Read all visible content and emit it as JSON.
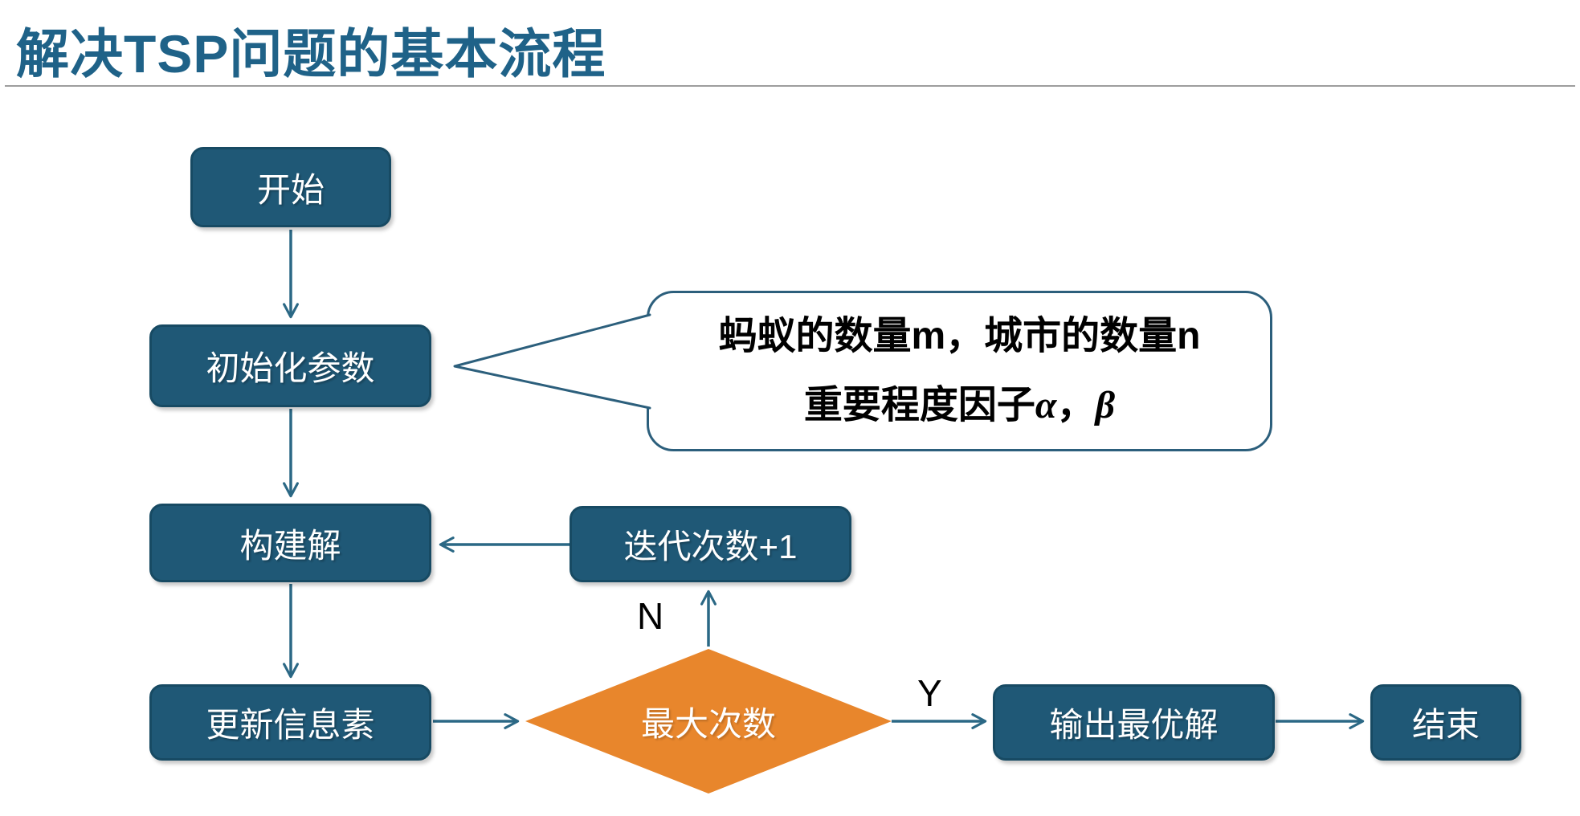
{
  "slide": {
    "title": "解决TSP问题的基本流程"
  },
  "flowchart": {
    "nodes": {
      "start": "开始",
      "init": "初始化参数",
      "construct": "构建解",
      "iterate": "迭代次数+1",
      "update": "更新信息素",
      "decision": "最大次数",
      "output": "输出最优解",
      "end": "结束"
    },
    "edge_labels": {
      "no": "N",
      "yes": "Y"
    },
    "callout": {
      "line1": "蚂蚁的数量m，城市的数量n",
      "line2_prefix": "重要程度因子",
      "line2_alpha": "α",
      "line2_comma": "，",
      "line2_beta": "β"
    },
    "colors": {
      "node_fill": "#1F5876",
      "node_border": "#174A63",
      "decision_fill": "#E8862C",
      "arrow": "#2B6885",
      "title": "#1F6288",
      "callout_border": "#2C5F7C",
      "node_text": "#FFFFFF",
      "callout_text": "#000000"
    }
  }
}
